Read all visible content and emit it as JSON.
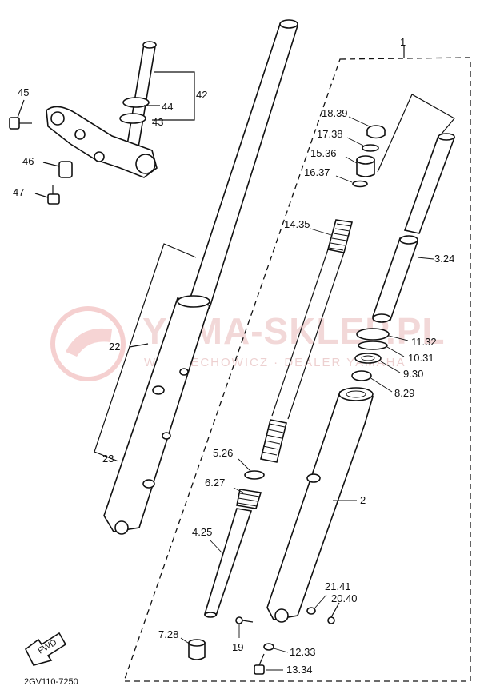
{
  "labels": {
    "p1": "1",
    "p2": "2",
    "p3_24": "3.24",
    "p4_25": "4.25",
    "p5_26": "5.26",
    "p6_27": "6.27",
    "p7_28": "7.28",
    "p8_29": "8.29",
    "p9_30": "9.30",
    "p10_31": "10.31",
    "p11_32": "11.32",
    "p12_33": "12.33",
    "p13_34": "13.34",
    "p14_35": "14.35",
    "p15_36": "15.36",
    "p16_37": "16.37",
    "p17_38": "17.38",
    "p18_39": "18.39",
    "p19": "19",
    "p20_40": "20.40",
    "p21_41": "21.41",
    "p22": "22",
    "p23": "23",
    "p42": "42",
    "p43": "43",
    "p44": "44",
    "p45": "45",
    "p46": "46",
    "p47": "47"
  },
  "fwd": "FWD",
  "footer_code": "2GV110-7250",
  "watermark": {
    "main": "YAMA-SKLEP.PL",
    "sub": "WOJCIECHOWICZ · DEALER YAMAHA"
  }
}
